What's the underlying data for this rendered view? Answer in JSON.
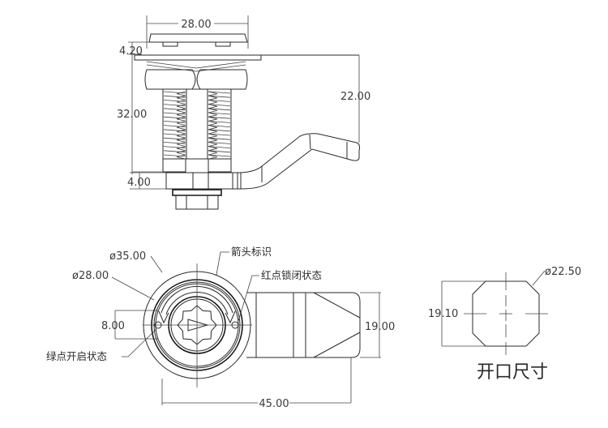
{
  "drawing": {
    "side_view": {
      "dim_flange_width": "28.00",
      "dim_flange_thickness": "4.20",
      "dim_body_length": "32.00",
      "dim_cam_offset": "22.00",
      "dim_cam_thickness": "4.00"
    },
    "front_view": {
      "dim_outer_diameter": "ø35.00",
      "dim_inner_diameter": "ø28.00",
      "dim_dot_spacing": "8.00",
      "dim_cam_width": "19.00",
      "dim_cam_length": "45.00",
      "label_arrow_mark": "箭头标识",
      "label_red_dot_locked": "红点锁闭状态",
      "label_green_dot_open": "绿点开启状态"
    },
    "cutout_view": {
      "dim_cutout_diameter": "ø22.50",
      "dim_cutout_flat": "19.10",
      "title": "开口尺寸"
    }
  },
  "colors": {
    "line": "#2a2a2a",
    "text": "#3a3a3a",
    "background": "#ffffff"
  }
}
